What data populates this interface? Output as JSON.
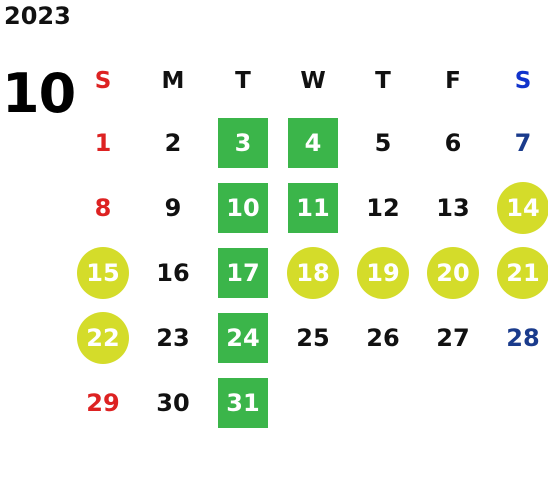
{
  "year": "2023",
  "month": "10",
  "weekdays": [
    "S",
    "M",
    "T",
    "W",
    "T",
    "F",
    "S"
  ],
  "colors": {
    "sunday": "#dd2222",
    "saturday_header": "#1133cc",
    "saturday_day": "#1a3b8c",
    "green_highlight": "#3bb54a",
    "yellow_highlight": "#d4dc2a"
  },
  "weeks": [
    [
      {
        "label": "1",
        "style": "sun"
      },
      {
        "label": "2",
        "style": ""
      },
      {
        "label": "3",
        "style": "green"
      },
      {
        "label": "4",
        "style": "green"
      },
      {
        "label": "5",
        "style": ""
      },
      {
        "label": "6",
        "style": ""
      },
      {
        "label": "7",
        "style": "sat"
      }
    ],
    [
      {
        "label": "8",
        "style": "sun"
      },
      {
        "label": "9",
        "style": ""
      },
      {
        "label": "10",
        "style": "green"
      },
      {
        "label": "11",
        "style": "green"
      },
      {
        "label": "12",
        "style": ""
      },
      {
        "label": "13",
        "style": ""
      },
      {
        "label": "14",
        "style": "yellow"
      }
    ],
    [
      {
        "label": "15",
        "style": "yellow"
      },
      {
        "label": "16",
        "style": ""
      },
      {
        "label": "17",
        "style": "green"
      },
      {
        "label": "18",
        "style": "yellow"
      },
      {
        "label": "19",
        "style": "yellow"
      },
      {
        "label": "20",
        "style": "yellow"
      },
      {
        "label": "21",
        "style": "yellow"
      }
    ],
    [
      {
        "label": "22",
        "style": "yellow"
      },
      {
        "label": "23",
        "style": ""
      },
      {
        "label": "24",
        "style": "green"
      },
      {
        "label": "25",
        "style": ""
      },
      {
        "label": "26",
        "style": ""
      },
      {
        "label": "27",
        "style": ""
      },
      {
        "label": "28",
        "style": "sat"
      }
    ],
    [
      {
        "label": "29",
        "style": "sun"
      },
      {
        "label": "30",
        "style": ""
      },
      {
        "label": "31",
        "style": "green"
      },
      null,
      null,
      null,
      null
    ]
  ]
}
